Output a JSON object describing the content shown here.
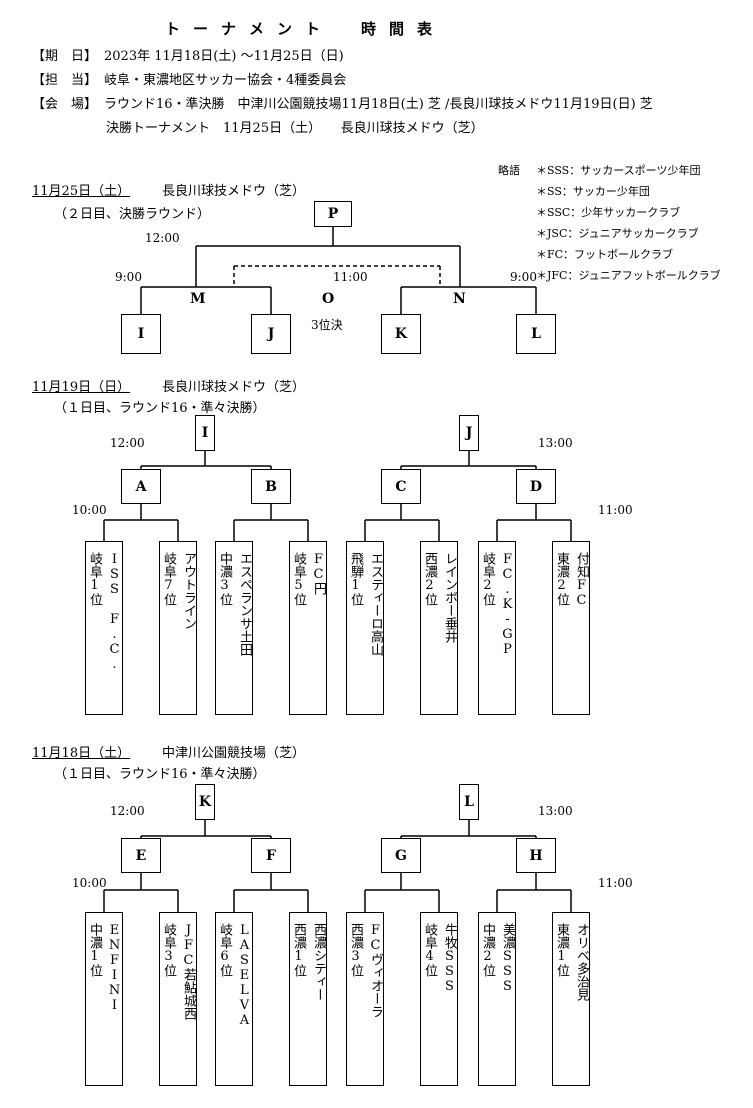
{
  "header": {
    "title": "トーナメント　時間表",
    "period_label": "【期　日】",
    "period_value": "2023年 11月18日(土) ～11月25日（日)",
    "staff_label": "【担　当】",
    "staff_value": "岐阜・東濃地区サッカー協会・4種委員会",
    "venue_label": "【会　場】",
    "venue_value": "ラウンド16・準決勝　中津川公園競技場11月18日(土) 芝 /長良川球技メドウ11月19日(日) 芝",
    "venue_value2": "決勝トーナメント　11月25日（土）　　長良川球技メドウ（芝）"
  },
  "legend": {
    "title": "略語",
    "items": [
      "＊SSS：サッカースポーツ少年団",
      "＊SS：サッカー少年団",
      "＊SSC：少年サッカークラブ",
      "＊JSC：ジュニアサッカークラブ",
      "＊FC：フットボールクラブ",
      "＊JFC：ジュニアフットボールクラブ"
    ]
  },
  "sections": {
    "final": {
      "date": "11月25日（土）",
      "venue": "長良川球技メドウ（芝）",
      "sub": "（２日目、決勝ラウンド）",
      "times": {
        "final": "12:00",
        "left": "9:00",
        "third": "11:00",
        "right": "9:00"
      },
      "nodes": {
        "P": "P",
        "M": "M",
        "O": "O",
        "N": "N",
        "I": "I",
        "J": "J",
        "K": "K",
        "L": "L"
      },
      "third_label": "3位決"
    },
    "day1b": {
      "date": "11月19日（日）",
      "venue": "長良川球技メドウ（芝）",
      "sub": "（１日目、ラウンド16・準々決勝）",
      "times": {
        "t1": "12:00",
        "t2": "13:00",
        "t3": "10:00",
        "t4": "11:00"
      },
      "nodes": {
        "I": "I",
        "J": "J",
        "A": "A",
        "B": "B",
        "C": "C",
        "D": "D"
      },
      "teams": [
        {
          "name": "ISS F.C.",
          "rank": "岐阜1位"
        },
        {
          "name": "アウトライン",
          "rank": "岐阜7位"
        },
        {
          "name": "エスペランサ土田",
          "rank": "中濃3位"
        },
        {
          "name": "FC円",
          "rank": "岐阜5位"
        },
        {
          "name": "エスティーロ高山",
          "rank": "飛騨1位"
        },
        {
          "name": "レインボー垂井",
          "rank": "西濃2位"
        },
        {
          "name": "FC.K-GP",
          "rank": "岐阜2位"
        },
        {
          "name": "付知FC",
          "rank": "東濃2位"
        }
      ]
    },
    "day1a": {
      "date": "11月18日（土）",
      "venue": "中津川公園競技場（芝）",
      "sub": "（１日目、ラウンド16・準々決勝）",
      "times": {
        "t1": "12:00",
        "t2": "13:00",
        "t3": "10:00",
        "t4": "11:00"
      },
      "nodes": {
        "K": "K",
        "L": "L",
        "E": "E",
        "F": "F",
        "G": "G",
        "H": "H"
      },
      "teams": [
        {
          "name": "ENFINI",
          "rank": "中濃1位"
        },
        {
          "name": "JFC若鮎城西",
          "rank": "岐阜3位"
        },
        {
          "name": "LASELVA",
          "rank": "岐阜6位"
        },
        {
          "name": "西濃シティー",
          "rank": "西濃1位"
        },
        {
          "name": "FCヴィオーラ",
          "rank": "西濃3位"
        },
        {
          "name": "牛牧SSS",
          "rank": "岐阜4位"
        },
        {
          "name": "美濃SSS",
          "rank": "中濃2位"
        },
        {
          "name": "オリベ多治見",
          "rank": "東濃1位"
        }
      ]
    }
  }
}
